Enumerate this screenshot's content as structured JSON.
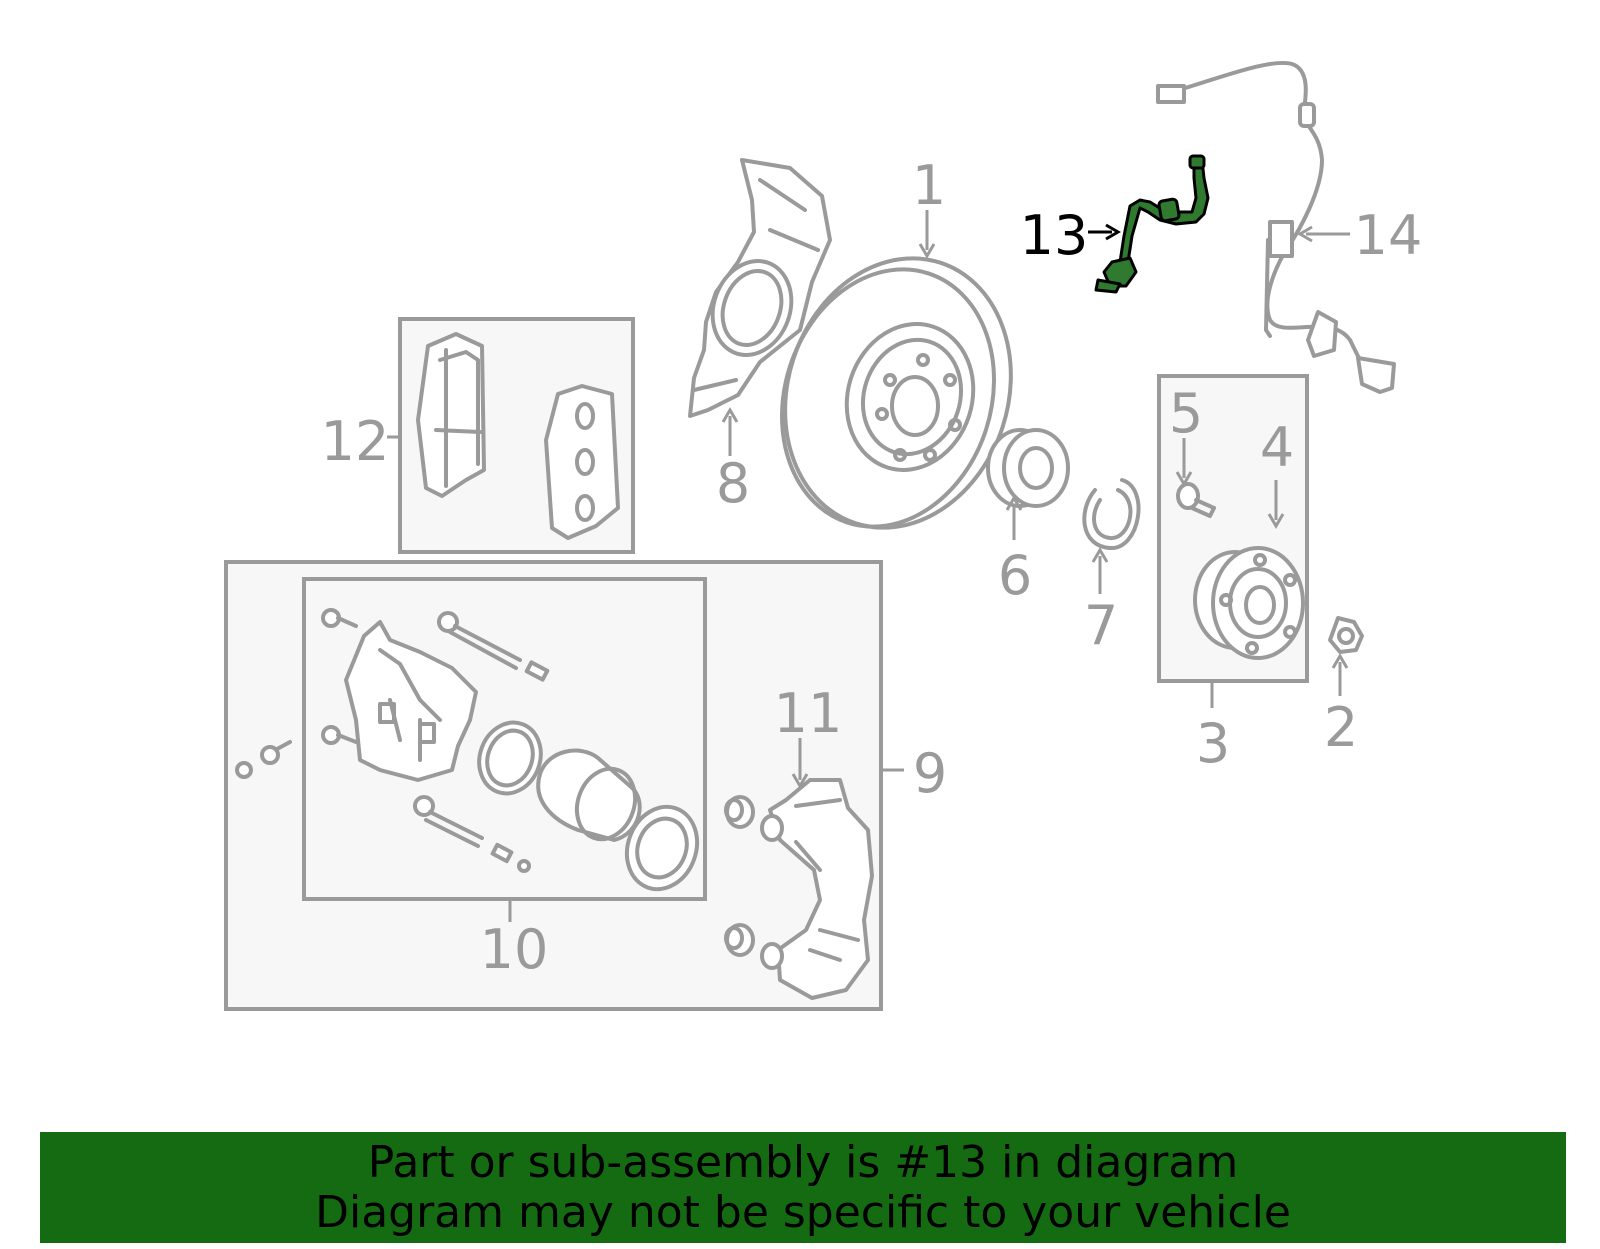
{
  "diagram": {
    "callouts": {
      "c1": "1",
      "c2": "2",
      "c3": "3",
      "c4": "4",
      "c5": "5",
      "c6": "6",
      "c7": "7",
      "c8": "8",
      "c9": "9",
      "c10": "10",
      "c11": "11",
      "c12": "12",
      "c13": "13",
      "c14": "14"
    },
    "highlighted_part": "13",
    "colors": {
      "line_art": "#9a9a9a",
      "highlight_part": "#2f7a2f",
      "banner": "#156b11",
      "callout_highlight": "#000000"
    }
  },
  "banner": {
    "line1": "Part or sub-assembly is #13 in diagram",
    "line2": "Diagram may not be specific to your vehicle"
  }
}
